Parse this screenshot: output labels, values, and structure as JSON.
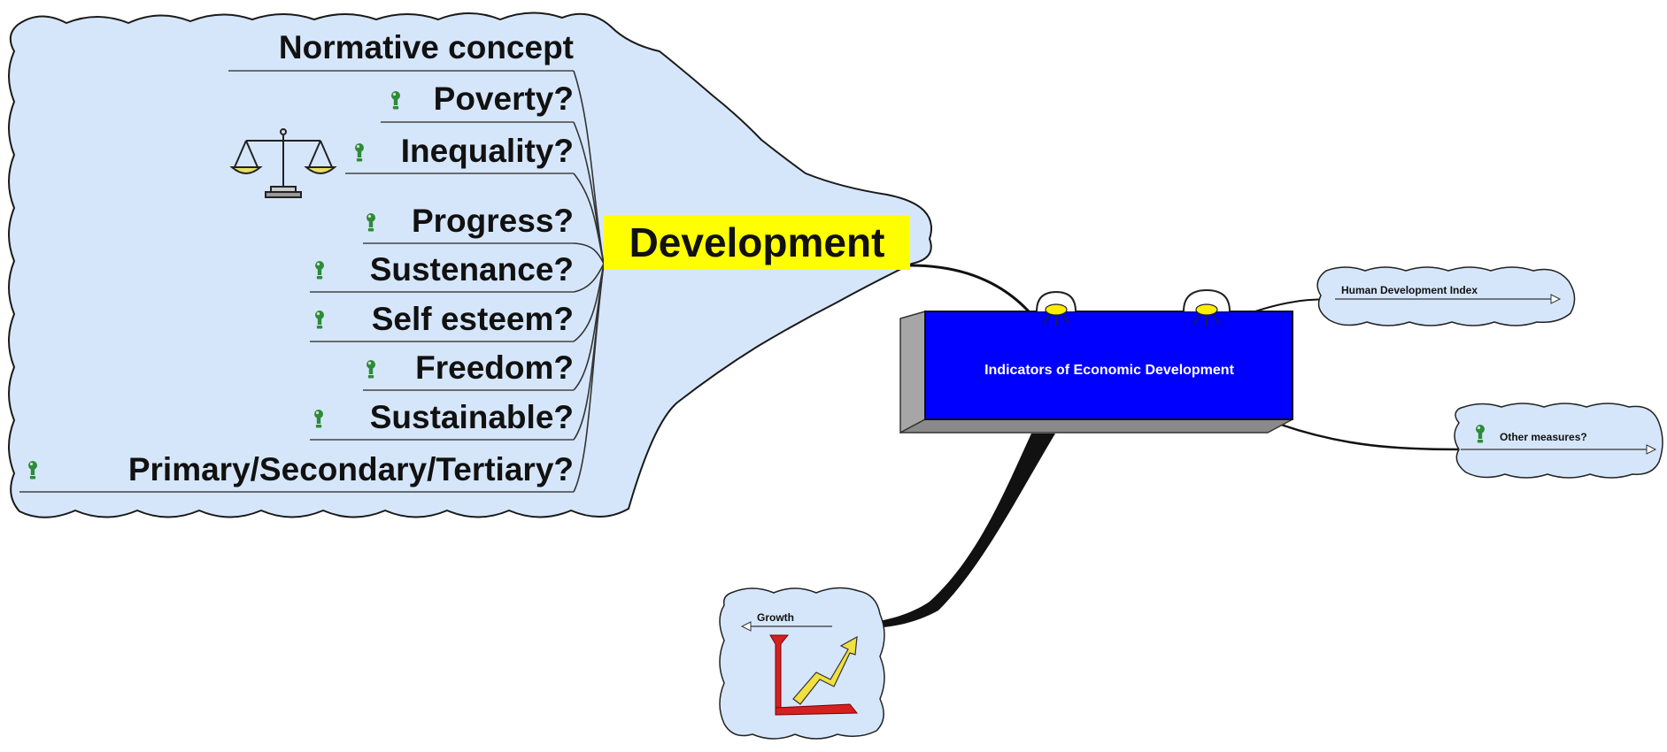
{
  "central_topic": {
    "label": "Development",
    "highlight_color": "#ffff00"
  },
  "development_branches": [
    {
      "label": "Normative concept",
      "has_question_icon": false
    },
    {
      "label": "Poverty?",
      "has_question_icon": true
    },
    {
      "label": "Inequality?",
      "has_question_icon": true
    },
    {
      "label": "Progress?",
      "has_question_icon": true
    },
    {
      "label": "Sustenance?",
      "has_question_icon": true
    },
    {
      "label": "Self esteem?",
      "has_question_icon": true
    },
    {
      "label": "Freedom?",
      "has_question_icon": true
    },
    {
      "label": "Sustainable?",
      "has_question_icon": true
    },
    {
      "label": "Primary/Secondary/Tertiary?",
      "has_question_icon": true
    }
  ],
  "indicators_node": {
    "label": "Indicators of Economic Development",
    "fill_color": "#0000ff",
    "side_color": "#808080"
  },
  "hdi_node": {
    "label": "Human Development Index"
  },
  "other_measures_node": {
    "label": "Other measures?"
  },
  "growth_node": {
    "label": "Growth"
  },
  "colors": {
    "cloud_fill": "#d6e6fa",
    "cloud_stroke": "#1a1a1a",
    "question_icon": "#2e8b3a",
    "bulb": "#ffee00"
  },
  "icons": [
    "balance-scale-icon",
    "light-bulb-icon",
    "question-mark-icon",
    "growth-chart-icon"
  ]
}
